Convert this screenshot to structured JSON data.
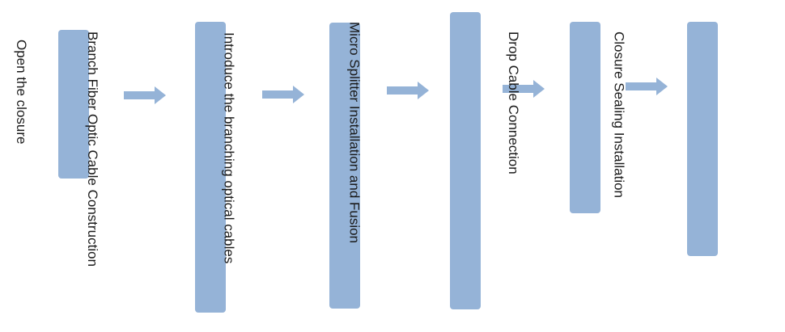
{
  "flow": {
    "steps": [
      {
        "label": "Open the closure"
      },
      {
        "label": "Branch Fiber Optic Cable Construction"
      },
      {
        "label": "Introduce the branching optical cables"
      },
      {
        "label": "Micro Splitter Installation and Fusion"
      },
      {
        "label": "Drop Cable Connection"
      },
      {
        "label": "Closure Sealing Installation"
      }
    ],
    "box_color": "#95b3d7",
    "arrow_color": "#95b3d7",
    "arrow_icon": "right-arrow-icon"
  }
}
